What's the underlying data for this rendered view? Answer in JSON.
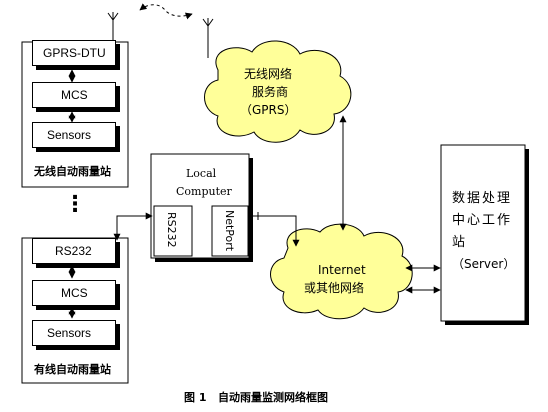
{
  "wireless_station": {
    "title": "无线自动雨量站",
    "modules": [
      "GPRS-DTU",
      "MCS",
      "Sensors"
    ]
  },
  "wired_station": {
    "title": "有线自动雨量站",
    "modules": [
      "RS232",
      "MCS",
      "Sensors"
    ]
  },
  "ellipsis": "⋮",
  "local_computer": {
    "title_line1": "Local",
    "title_line2": "Computer",
    "port_left": "RS232",
    "port_right": "NetPort"
  },
  "gprs_provider": {
    "line1": "无线网络",
    "line2": "服务商",
    "line3": "（GPRS）"
  },
  "internet": {
    "line1": "Internet",
    "line2": "或其他网络"
  },
  "server": {
    "line1": "数据处理",
    "line2": "中心工作",
    "line3": "站",
    "line4": "（Server）"
  },
  "caption": {
    "figure": "图 1",
    "text": "自动雨量监测网络框图"
  },
  "colors": {
    "cloud_fill": "#ffff99",
    "stroke": "#000000"
  }
}
